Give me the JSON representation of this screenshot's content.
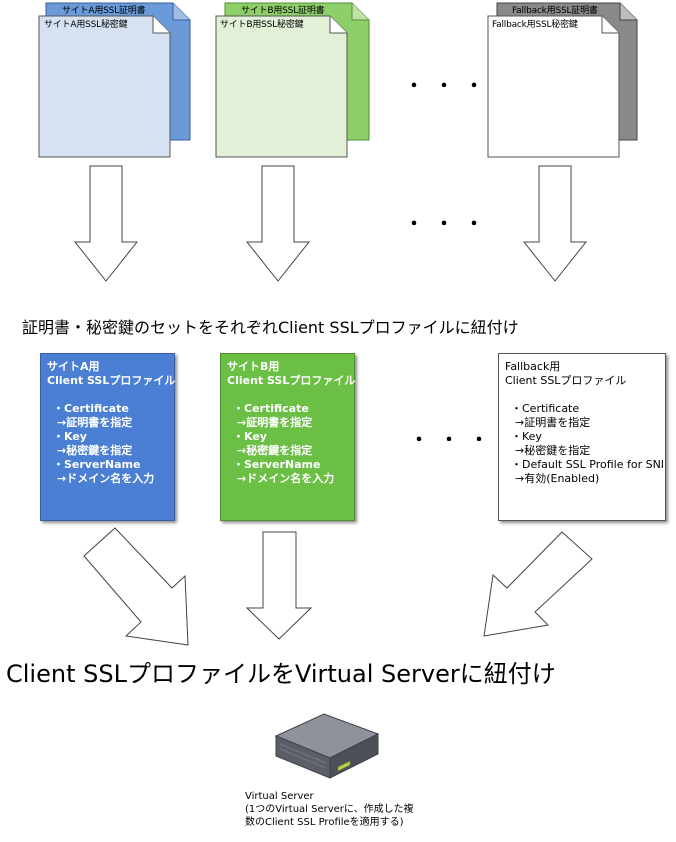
{
  "documents": [
    {
      "key": "siteA",
      "cert": "サイトA用SSL証明書",
      "key_label": "サイトA用SSL秘密鍵",
      "back_color": "#6a9ad8",
      "front_color": "#d6e2f2"
    },
    {
      "key": "siteB",
      "cert": "サイトB用SSL証明書",
      "key_label": "サイトB用SSL秘密鍵",
      "back_color": "#8fcf6a",
      "front_color": "#e2f0d8"
    },
    {
      "key": "fallback",
      "cert": "Fallback用SSL証明書",
      "key_label": "Fallback用SSL秘密鍵",
      "back_color": "#8a8a8a",
      "front_color": "#ffffff"
    }
  ],
  "ellipsis": "・・・",
  "step1_label": "証明書・秘密鍵のセットをそれぞれClient SSLプロファイルに紐付け",
  "profiles": {
    "a": {
      "title1": "サイトA用",
      "title2": "Client SSLプロファイル",
      "l1": "・Certificate",
      "l2": "→証明書を指定",
      "l3": "・Key",
      "l4": "→秘密鍵を指定",
      "l5": "・ServerName",
      "l6": "→ドメイン名を入力"
    },
    "b": {
      "title1": "サイトB用",
      "title2": "Client SSLプロファイル",
      "l1": "・Certificate",
      "l2": "→証明書を指定",
      "l3": "・Key",
      "l4": "→秘密鍵を指定",
      "l5": "・ServerName",
      "l6": "→ドメイン名を入力"
    },
    "fallback": {
      "title1": "Fallback用",
      "title2": "Client SSLプロファイル",
      "l1": "・Certificate",
      "l2": "→証明書を指定",
      "l3": "・Key",
      "l4": "→秘密鍵を指定",
      "l5": "・Default SSL Profile for SNI",
      "l6": "→有効(Enabled)"
    }
  },
  "step2_label": "Client SSLプロファイルをVirtual Serverに紐付け",
  "server": {
    "line1": "Virtual Server",
    "line2": "(1つのVirtual Serverに、作成した複",
    "line3": "数のClient SSL Profileを適用する)"
  }
}
